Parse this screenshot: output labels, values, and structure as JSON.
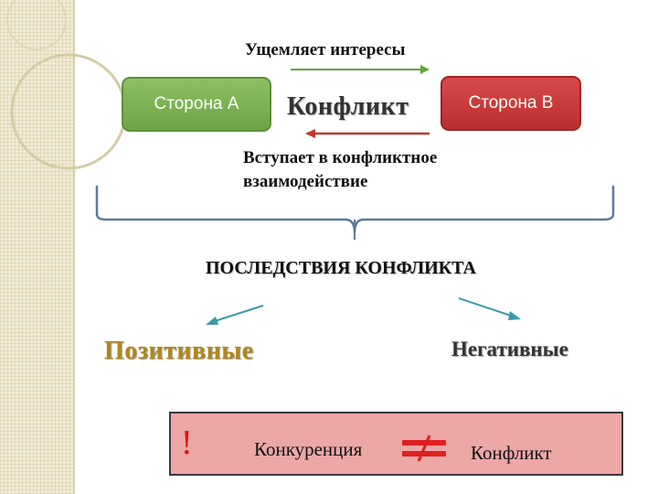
{
  "labels": {
    "infringes": "Ущемляет интересы",
    "side_a": "Сторона А",
    "conflict": "Конфликт",
    "side_b": "Сторона В",
    "enters": "Вступает в конфликтное взаимодействие",
    "consequences": "ПОСЛЕДСТВИЯ КОНФЛИКТА",
    "positive": "Позитивные",
    "negative": "Негативные",
    "exclamation": "!",
    "competition": "Конкуренция",
    "conflict_bottom": "Конфликт"
  },
  "colors": {
    "side_a": "#7cb354",
    "side_b": "#c83a3a",
    "arrow_green": "#5fa83a",
    "arrow_red": "#c0392b",
    "arrow_teal": "#3a9aa6",
    "positive_text": "#b08818",
    "bottom_box": "#eda7a7",
    "bracket": "#5a7a9a"
  },
  "icons": {
    "not_equal": "not-equal-icon"
  }
}
